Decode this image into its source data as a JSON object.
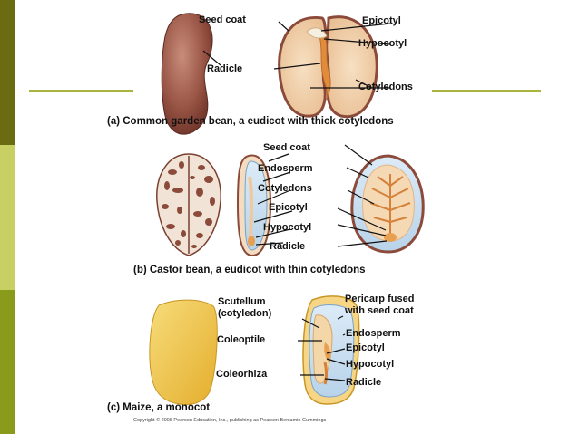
{
  "colors": {
    "sidebar_top": "#6b6b12",
    "sidebar_mid": "#c8cf63",
    "sidebar_bottom": "#8a9a1a",
    "accent_rule": "#a8b43c",
    "seed_brown": "#8b4a3a",
    "cotyledon": "#f2d3ad",
    "endosperm": "#c9dff0",
    "embryo": "#e8a050",
    "maize": "#f2c94c"
  },
  "panel_a": {
    "labels": {
      "seed_coat": "Seed coat",
      "radicle": "Radicle",
      "epicotyl": "Epicotyl",
      "hypocotyl": "Hypocotyl",
      "cotyledons": "Cotyledons"
    },
    "caption": "(a) Common garden bean, a eudicot with thick cotyledons"
  },
  "panel_b": {
    "labels": {
      "seed_coat": "Seed coat",
      "endosperm": "Endosperm",
      "cotyledons": "Cotyledons",
      "epicotyl": "Epicotyl",
      "hypocotyl": "Hypocotyl",
      "radicle": "Radicle"
    },
    "caption": "(b) Castor bean, a eudicot with thin cotyledons"
  },
  "panel_c": {
    "labels": {
      "scutellum": "Scutellum\n(cotyledon)",
      "coleoptile": "Coleoptile",
      "coleorhiza": "Coleorhiza",
      "pericarp": "Pericarp fused\nwith seed coat",
      "endosperm": "Endosperm",
      "epicotyl": "Epicotyl",
      "hypocotyl": "Hypocotyl",
      "radicle": "Radicle"
    },
    "caption": "(c) Maize, a monocot"
  },
  "copyright": "Copyright © 2008 Pearson Education, Inc., publishing as Pearson Benjamin Cummings"
}
